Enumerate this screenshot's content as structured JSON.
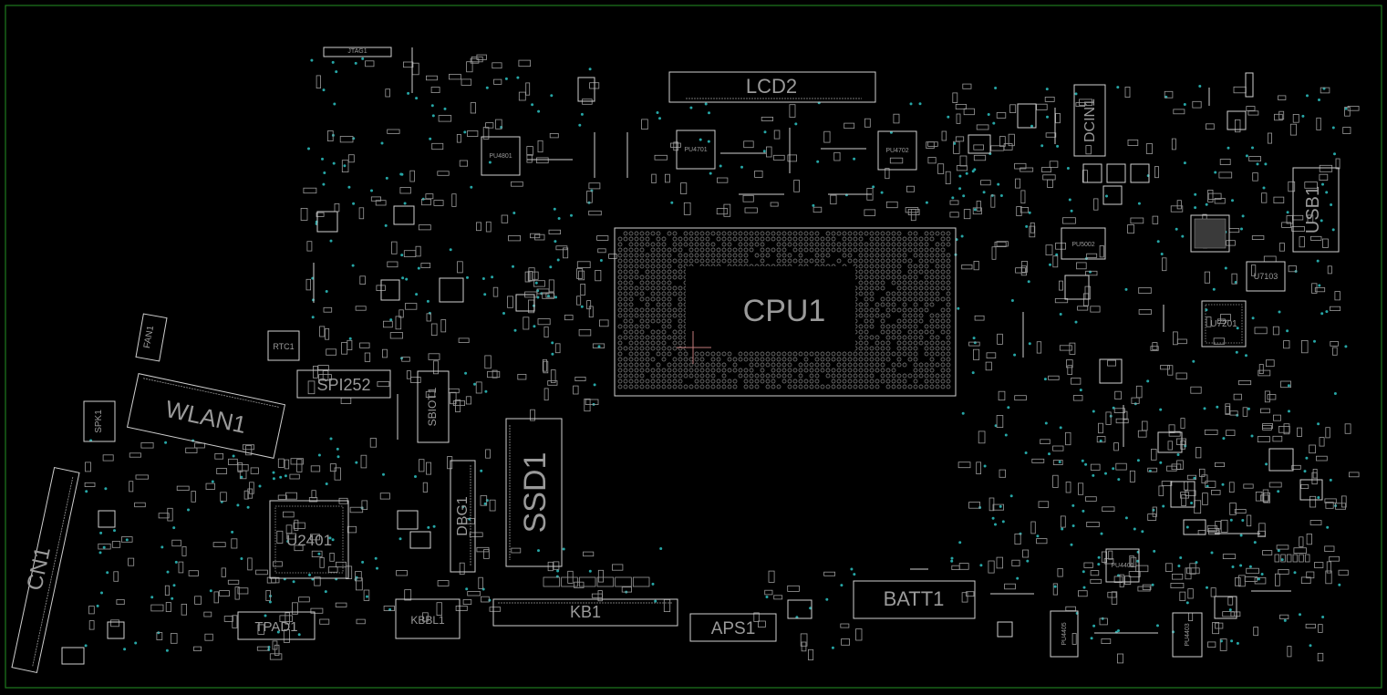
{
  "board": {
    "border_color": "#1f7a1f",
    "silk_color": "#c8c8c8",
    "text_color": "#9a9a9a",
    "via_color": "#26a6a6",
    "cursor_color": "#c07a7a"
  },
  "labels": {
    "cpu": "CPU1",
    "lcd": "LCD2",
    "ssd": "SSD1",
    "wlan": "WLAN1",
    "cn": "CN1",
    "batt": "BATT1",
    "kb": "KB1",
    "aps": "APS1",
    "tpad": "TPAD1",
    "kbbl": "KBBL1",
    "u2401": "U2401",
    "spi": "SPI252",
    "dbg": "DBG1",
    "usb": "USB1",
    "dcin": "DCIN1",
    "u7201": "U7201",
    "u7103": "U7103",
    "fan": "FAN1",
    "spk": "SPK1",
    "rtc": "RTC1",
    "jtag": "JTAG1",
    "slot": "SBIOT1",
    "pu4701": "PU4701",
    "pu4702": "PU4702",
    "pu4801": "PU4801",
    "pu5002": "PU5002",
    "pu4401": "PU4401",
    "pu4405": "PU4405",
    "pu4403": "PU4403"
  }
}
